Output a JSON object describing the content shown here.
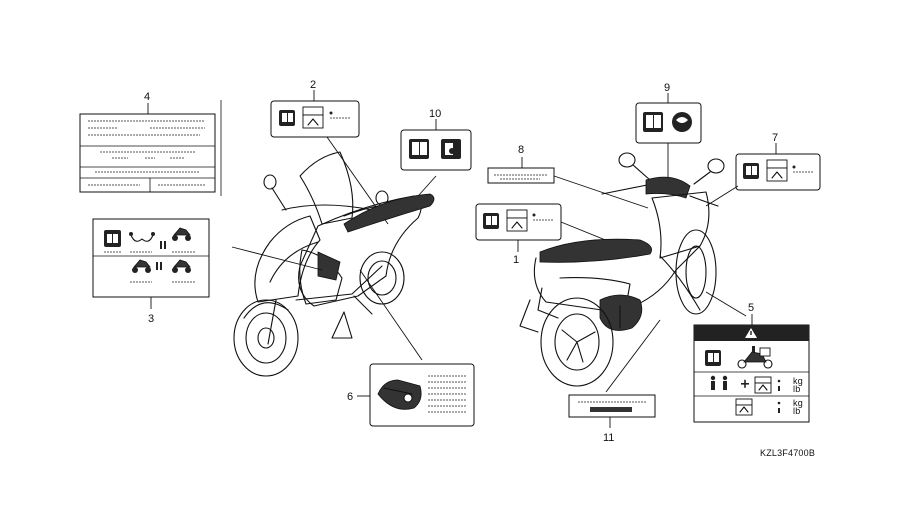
{
  "diagram": {
    "part_code": "KZL3F4700B",
    "callouts": [
      {
        "id": "c1",
        "text": "1"
      },
      {
        "id": "c2",
        "text": "2"
      },
      {
        "id": "c3",
        "text": "3"
      },
      {
        "id": "c4",
        "text": "4"
      },
      {
        "id": "c5",
        "text": "5"
      },
      {
        "id": "c6",
        "text": "6"
      },
      {
        "id": "c7",
        "text": "7"
      },
      {
        "id": "c8",
        "text": "8"
      },
      {
        "id": "c9",
        "text": "9"
      },
      {
        "id": "c10",
        "text": "10"
      },
      {
        "id": "c11",
        "text": "11"
      }
    ],
    "label5": {
      "unit_kg": "kg",
      "unit_lb": "lb",
      "unit_kg_2": "kg",
      "unit_lb_2": "lb"
    },
    "icons": {
      "manual": "book-icon",
      "toolbox": "toolbox-icon",
      "warning": "warning-triangle-icon",
      "rider": "person-icon",
      "scooter": "scooter-icon"
    },
    "colors": {
      "ink": "#111111",
      "paper": "#ffffff"
    }
  }
}
